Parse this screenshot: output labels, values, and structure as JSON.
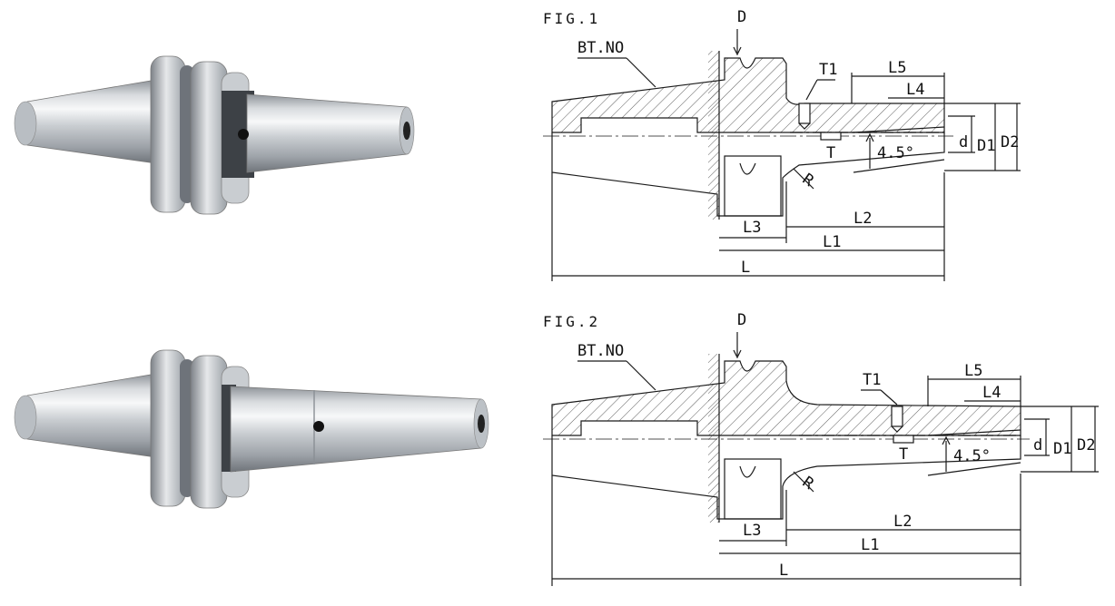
{
  "figures": [
    {
      "caption": "FIG.1",
      "labels": {
        "bt": "BT.NO",
        "D": "D",
        "T1": "T1",
        "L5": "L5",
        "L4": "L4",
        "d": "d",
        "D1": "D1",
        "D2": "D2",
        "T": "T",
        "angle": "4.5°",
        "R": "R",
        "L3": "L3",
        "L2": "L2",
        "L1": "L1",
        "L": "L"
      }
    },
    {
      "caption": "FIG.2",
      "labels": {
        "bt": "BT.NO",
        "D": "D",
        "T1": "T1",
        "L5": "L5",
        "L4": "L4",
        "d": "d",
        "D1": "D1",
        "D2": "D2",
        "T": "T",
        "angle": "4.5°",
        "R": "R",
        "L3": "L3",
        "L2": "L2",
        "L1": "L1",
        "L": "L"
      }
    }
  ],
  "colors": {
    "line": "#1a1a1a",
    "metal_light": "#eef0f2",
    "metal_dark": "#8c9096",
    "hole": "#111111"
  }
}
